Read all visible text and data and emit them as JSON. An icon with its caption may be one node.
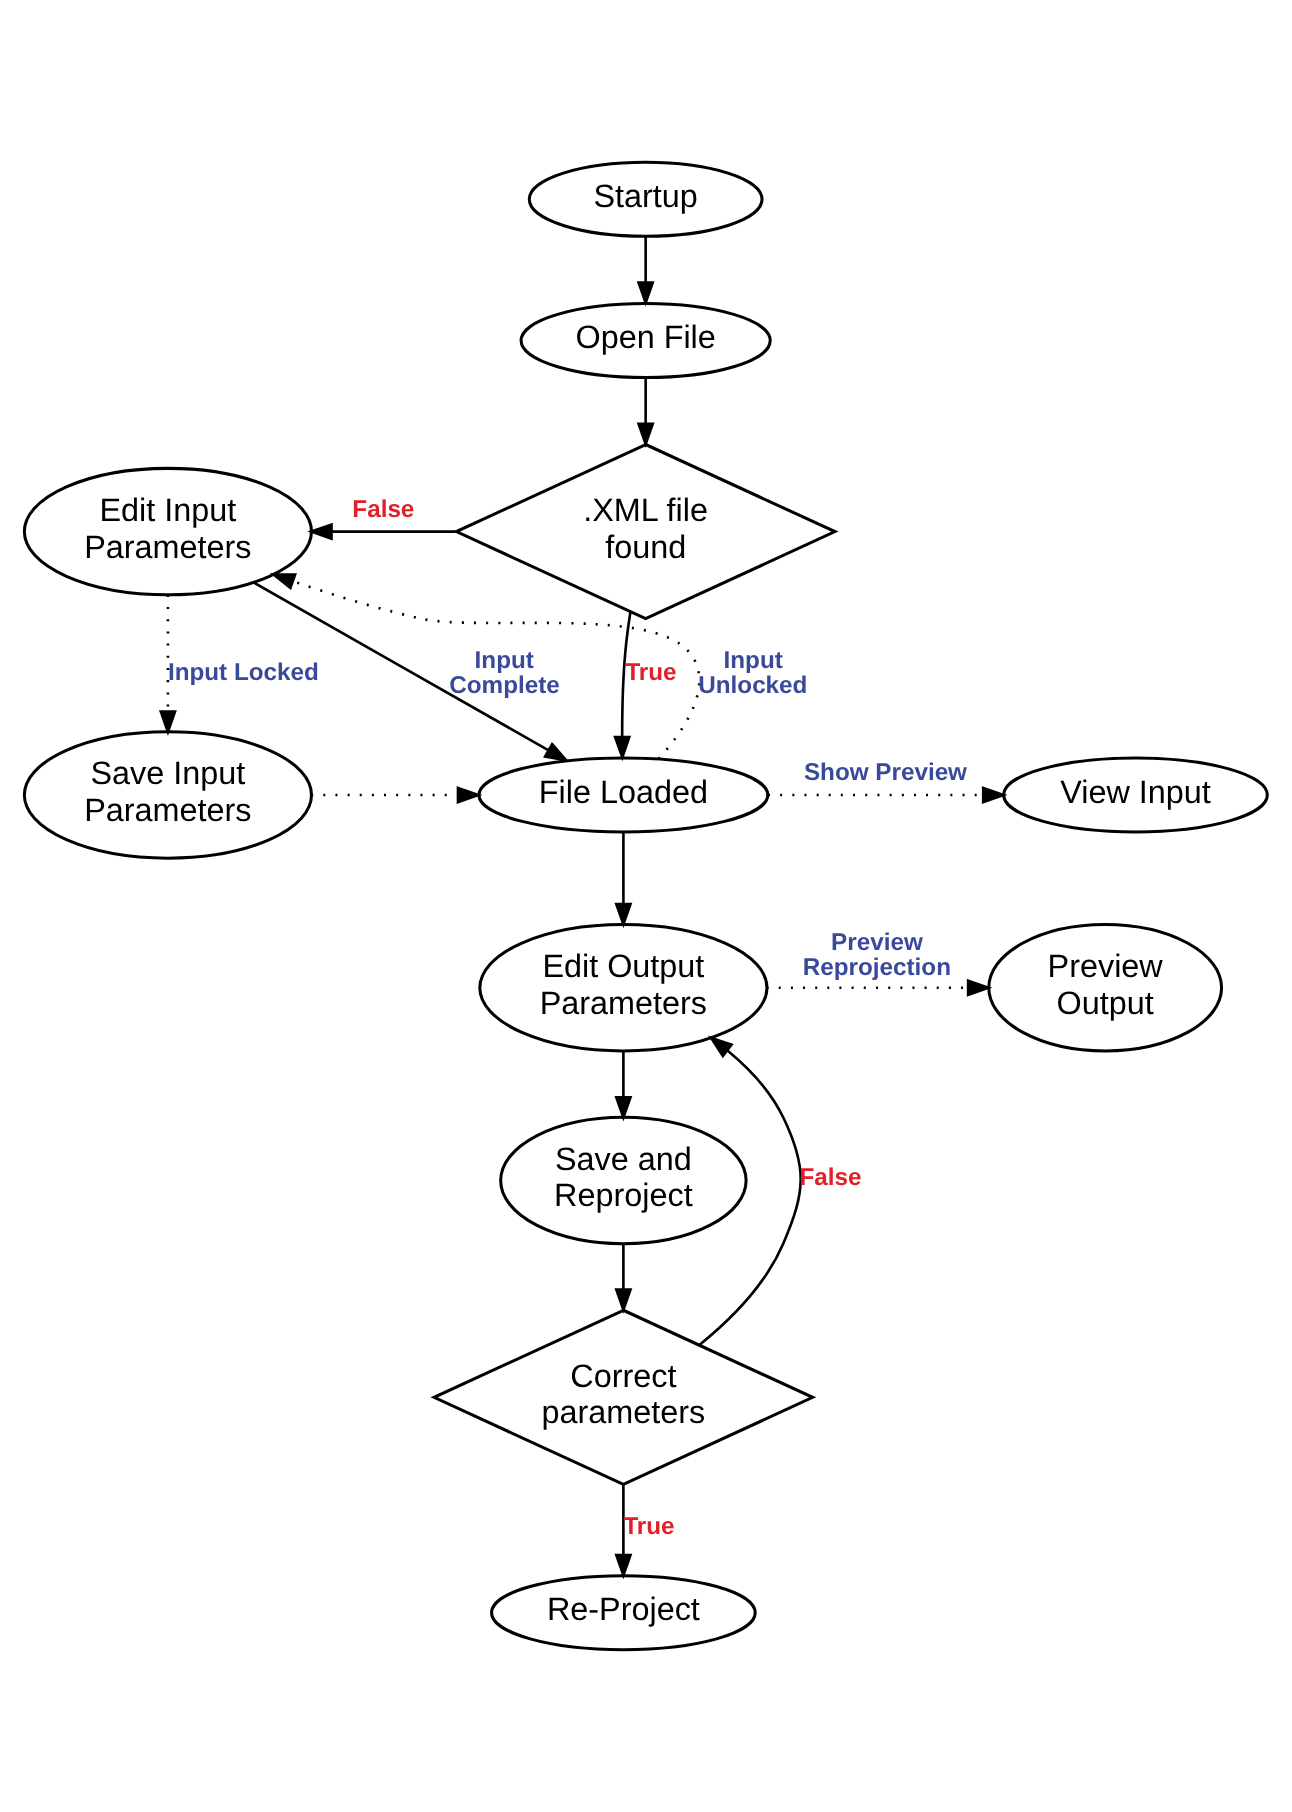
{
  "diagram": {
    "nodes": [
      {
        "text": [
          "Startup"
        ]
      },
      {
        "text": [
          "Open File"
        ]
      },
      {
        "text": [
          ".XML file found"
        ]
      },
      {
        "text": [
          "Edit Input Parameters"
        ]
      },
      {
        "text": [
          "File Loaded"
        ]
      },
      {
        "text": [
          "Save Input Parameters"
        ]
      },
      {
        "text": [
          "View Input"
        ]
      },
      {
        "text": [
          "Edit Output Parameters"
        ]
      },
      {
        "text": [
          "Preview Output"
        ]
      },
      {
        "text": [
          "Save and Reproject"
        ]
      },
      {
        "text": [
          "Correct parameters"
        ]
      },
      {
        "text": [
          "Re-Project"
        ]
      }
    ],
    "edges": [
      {
        "from": 0,
        "to": 1,
        "arrow": "to"
      },
      {
        "from": 1,
        "to": 2,
        "arrow": "to"
      },
      {
        "from": 2,
        "to": 3,
        "arrow": "to",
        "label": "False"
      },
      {
        "from": 2,
        "to": 4,
        "arrow": "to",
        "label": "True"
      },
      {
        "from": 3,
        "to": 4,
        "arrow": "to",
        "label": "Input Complete"
      },
      {
        "from": 4,
        "to": 3,
        "arrow": "to",
        "label": "Input Unlocked",
        "style": "dashed"
      },
      {
        "from": 3,
        "to": 5,
        "arrow": "to",
        "label": "Input Locked",
        "style": "dashed"
      },
      {
        "from": 5,
        "to": 4,
        "arrow": "to",
        "style": "dashed"
      },
      {
        "from": 4,
        "to": 6,
        "arrow": "to",
        "label": "Show Preview",
        "style": "dashed"
      },
      {
        "from": 4,
        "to": 7,
        "arrow": "to"
      },
      {
        "from": 7,
        "to": 8,
        "arrow": "to",
        "label": "Preview Reprojection",
        "style": "dashed"
      },
      {
        "from": 7,
        "to": 9,
        "arrow": "to"
      },
      {
        "from": 9,
        "to": 10,
        "arrow": "to"
      },
      {
        "from": 10,
        "to": 7,
        "arrow": "to",
        "label": "False"
      },
      {
        "from": 10,
        "to": 11,
        "arrow": "to",
        "label": "True"
      }
    ]
  }
}
